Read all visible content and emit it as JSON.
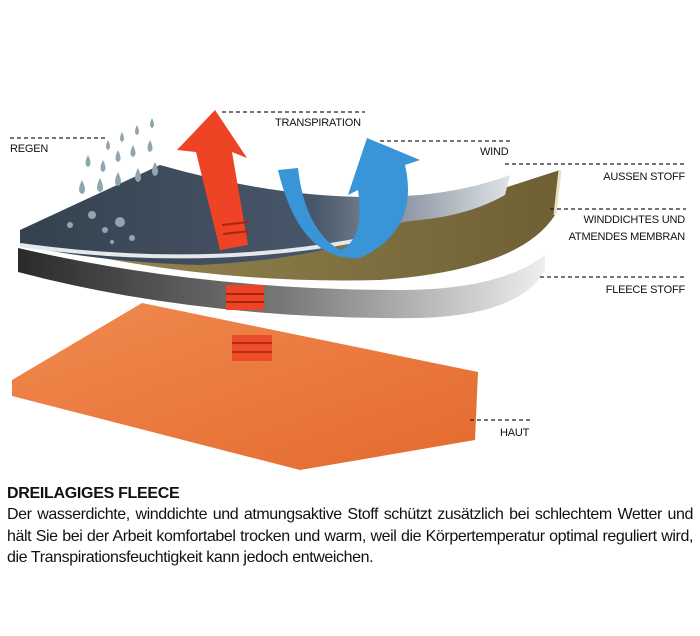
{
  "labels": {
    "transpiration": "TRANSPIRATION",
    "regen": "REGEN",
    "wind": "WIND",
    "aussen_stoff": "AUSSEN STOFF",
    "membran_line1": "WINDDICHTES UND",
    "membran_line2": "ATMENDES MEMBRAN",
    "fleece_stoff": "FLEECE STOFF",
    "haut": "HAUT"
  },
  "caption": {
    "title": "DREILAGIGES FLEECE",
    "body": "Der wasserdichte, winddichte und atmungsaktive Stoff schützt zusätzlich bei schlechtem Wetter und hält Sie bei der Arbeit komfortabel trocken und warm, weil die Körpertemperatur optimal reguliert wird, die Transpirationsfeuchtigkeit kann jedoch entweichen."
  },
  "colors": {
    "skin": "#e8733a",
    "outer": "#3d4b58",
    "membrane": "#7a6a3a",
    "fleece": "#b8b8b8",
    "heat_arrow": "#ee4324",
    "wind_arrow": "#3a94d8",
    "rain": "#8fa6b0"
  }
}
